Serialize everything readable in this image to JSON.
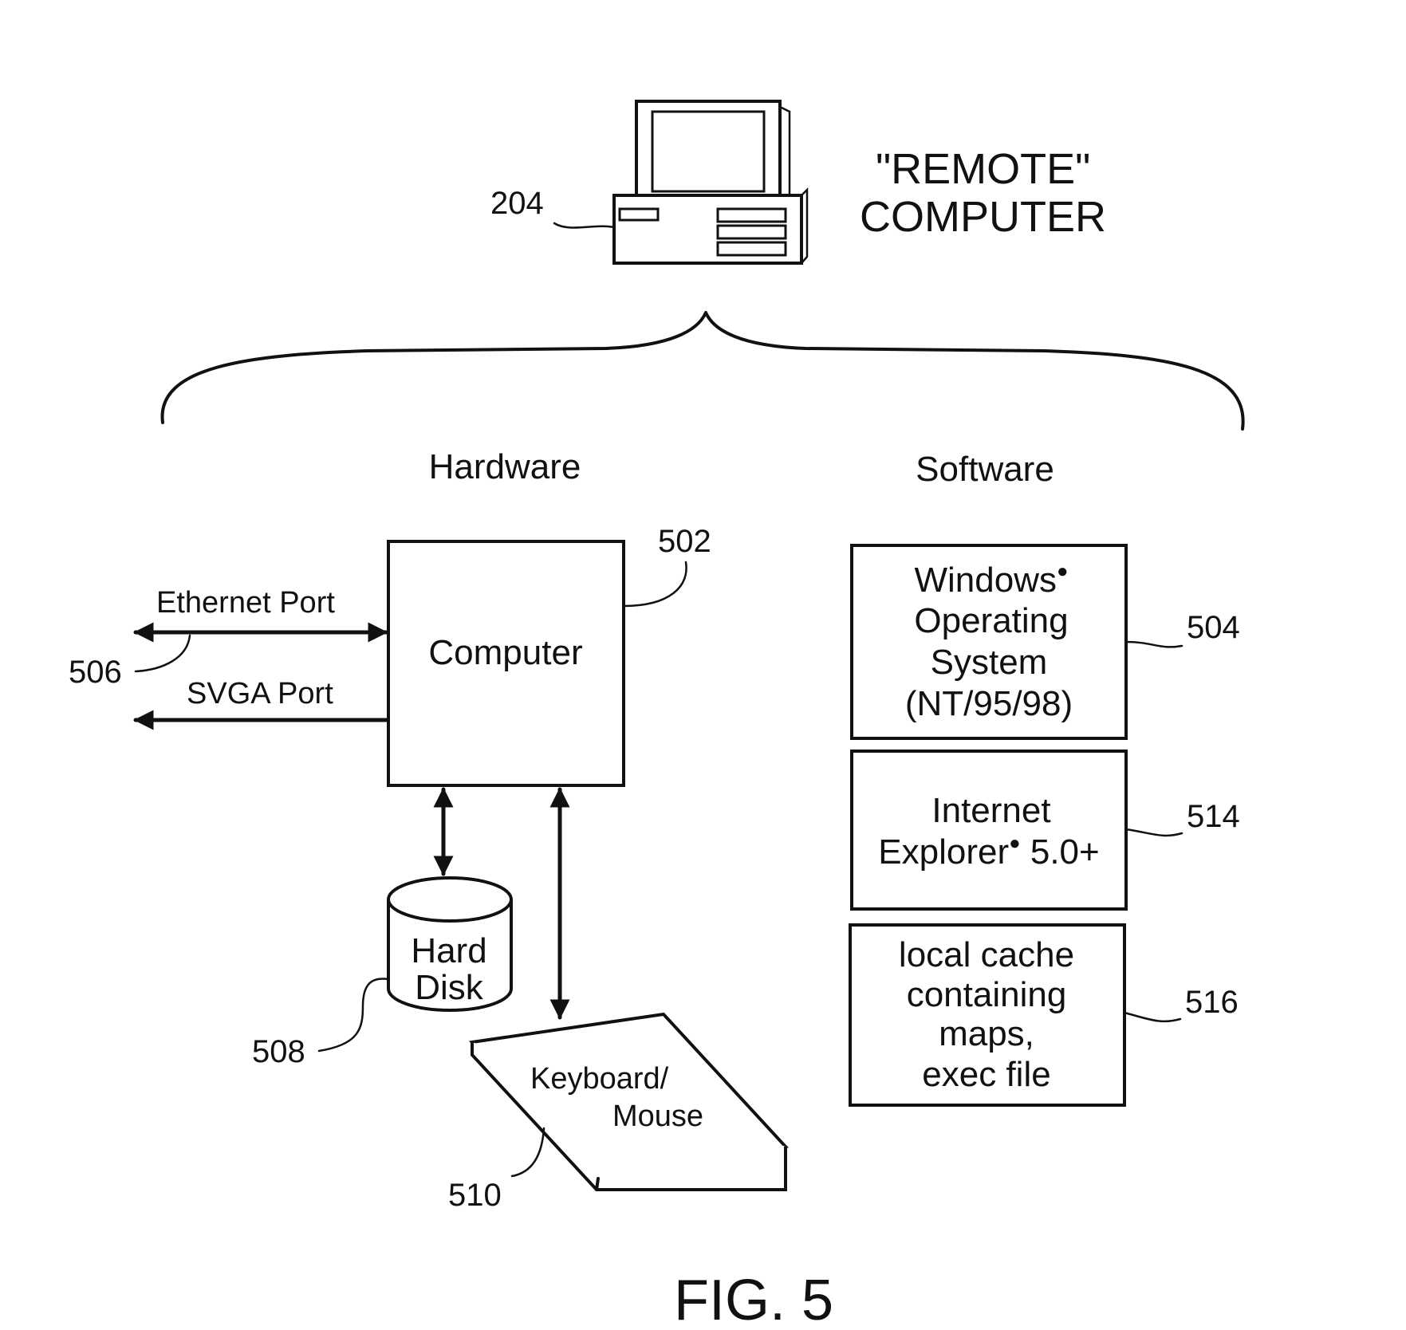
{
  "title": {
    "line1": "\"REMOTE\"",
    "line2": "COMPUTER",
    "ref": "204"
  },
  "sections": {
    "hardware": "Hardware",
    "software": "Software"
  },
  "hardware": {
    "computer": {
      "label": "Computer",
      "ref": "502"
    },
    "ethernet_port": {
      "label": "Ethernet Port",
      "ref": "506"
    },
    "svga_port": {
      "label": "SVGA Port"
    },
    "hard_disk": {
      "line1": "Hard",
      "line2": "Disk",
      "ref": "508"
    },
    "keyboard_mouse": {
      "line1": "Keyboard/",
      "line2": "Mouse",
      "ref": "510"
    }
  },
  "software": {
    "os": {
      "line1": "Windows",
      "line2": "Operating",
      "line3": "System",
      "line4": "(NT/95/98)",
      "ref": "504"
    },
    "browser": {
      "line1": "Internet",
      "line2": "Explorer",
      "line2b": " 5.0+",
      "ref": "514"
    },
    "cache": {
      "line1": "local cache",
      "line2": "containing",
      "line3": "maps,",
      "line4": "exec file",
      "ref": "516"
    }
  },
  "figure_label": "FIG. 5"
}
